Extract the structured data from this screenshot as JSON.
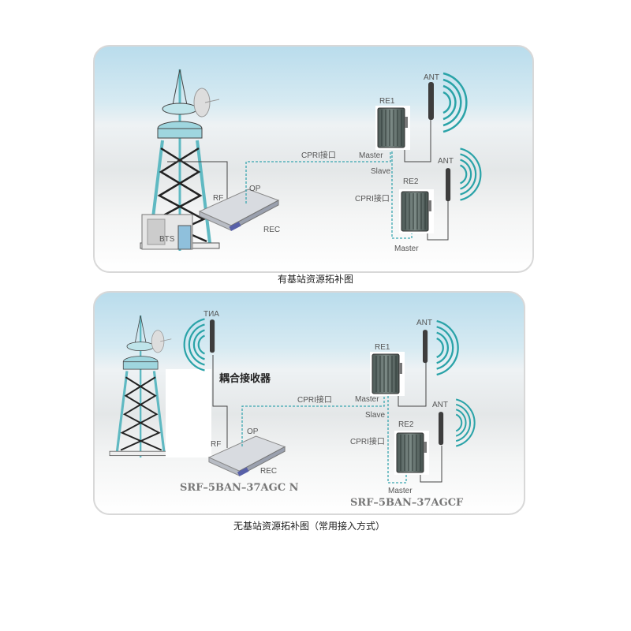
{
  "diagram_with_bts": {
    "caption": "有基站资源拓补图",
    "labels": {
      "bts": "BTS",
      "rf": "RF",
      "op": "OP",
      "rec": "REC",
      "cpri_main": "CPRI接口",
      "master_re1": "Master",
      "slave": "Slave",
      "re1": "RE1",
      "re2": "RE2",
      "cpri_re2": "CPRI接口",
      "master_re2": "Master",
      "ant1": "ANT",
      "ant2": "ANT"
    }
  },
  "diagram_without_bts": {
    "caption": "无基站资源拓补图（常用接入方式）",
    "labels": {
      "donor_ant": "ТИА",
      "coupler": "耦合接收器",
      "rf": "RF",
      "op": "OP",
      "rec": "REC",
      "rec_model": "SRF–5BAN–37AGC N",
      "cpri_main": "CPRI接口",
      "master_re1": "Master",
      "slave": "Slave",
      "re1": "RE1",
      "re2": "RE2",
      "cpri_re2": "CPRI接口",
      "master_re2": "Master",
      "ant1": "ANT",
      "ant2": "ANT",
      "re_model": "SRF–5BAN–37AGCF"
    }
  },
  "colors": {
    "cpri_link": "#3aa6b0",
    "wave": "#2aa3a8",
    "tower_teal": "#5fb9c2"
  }
}
